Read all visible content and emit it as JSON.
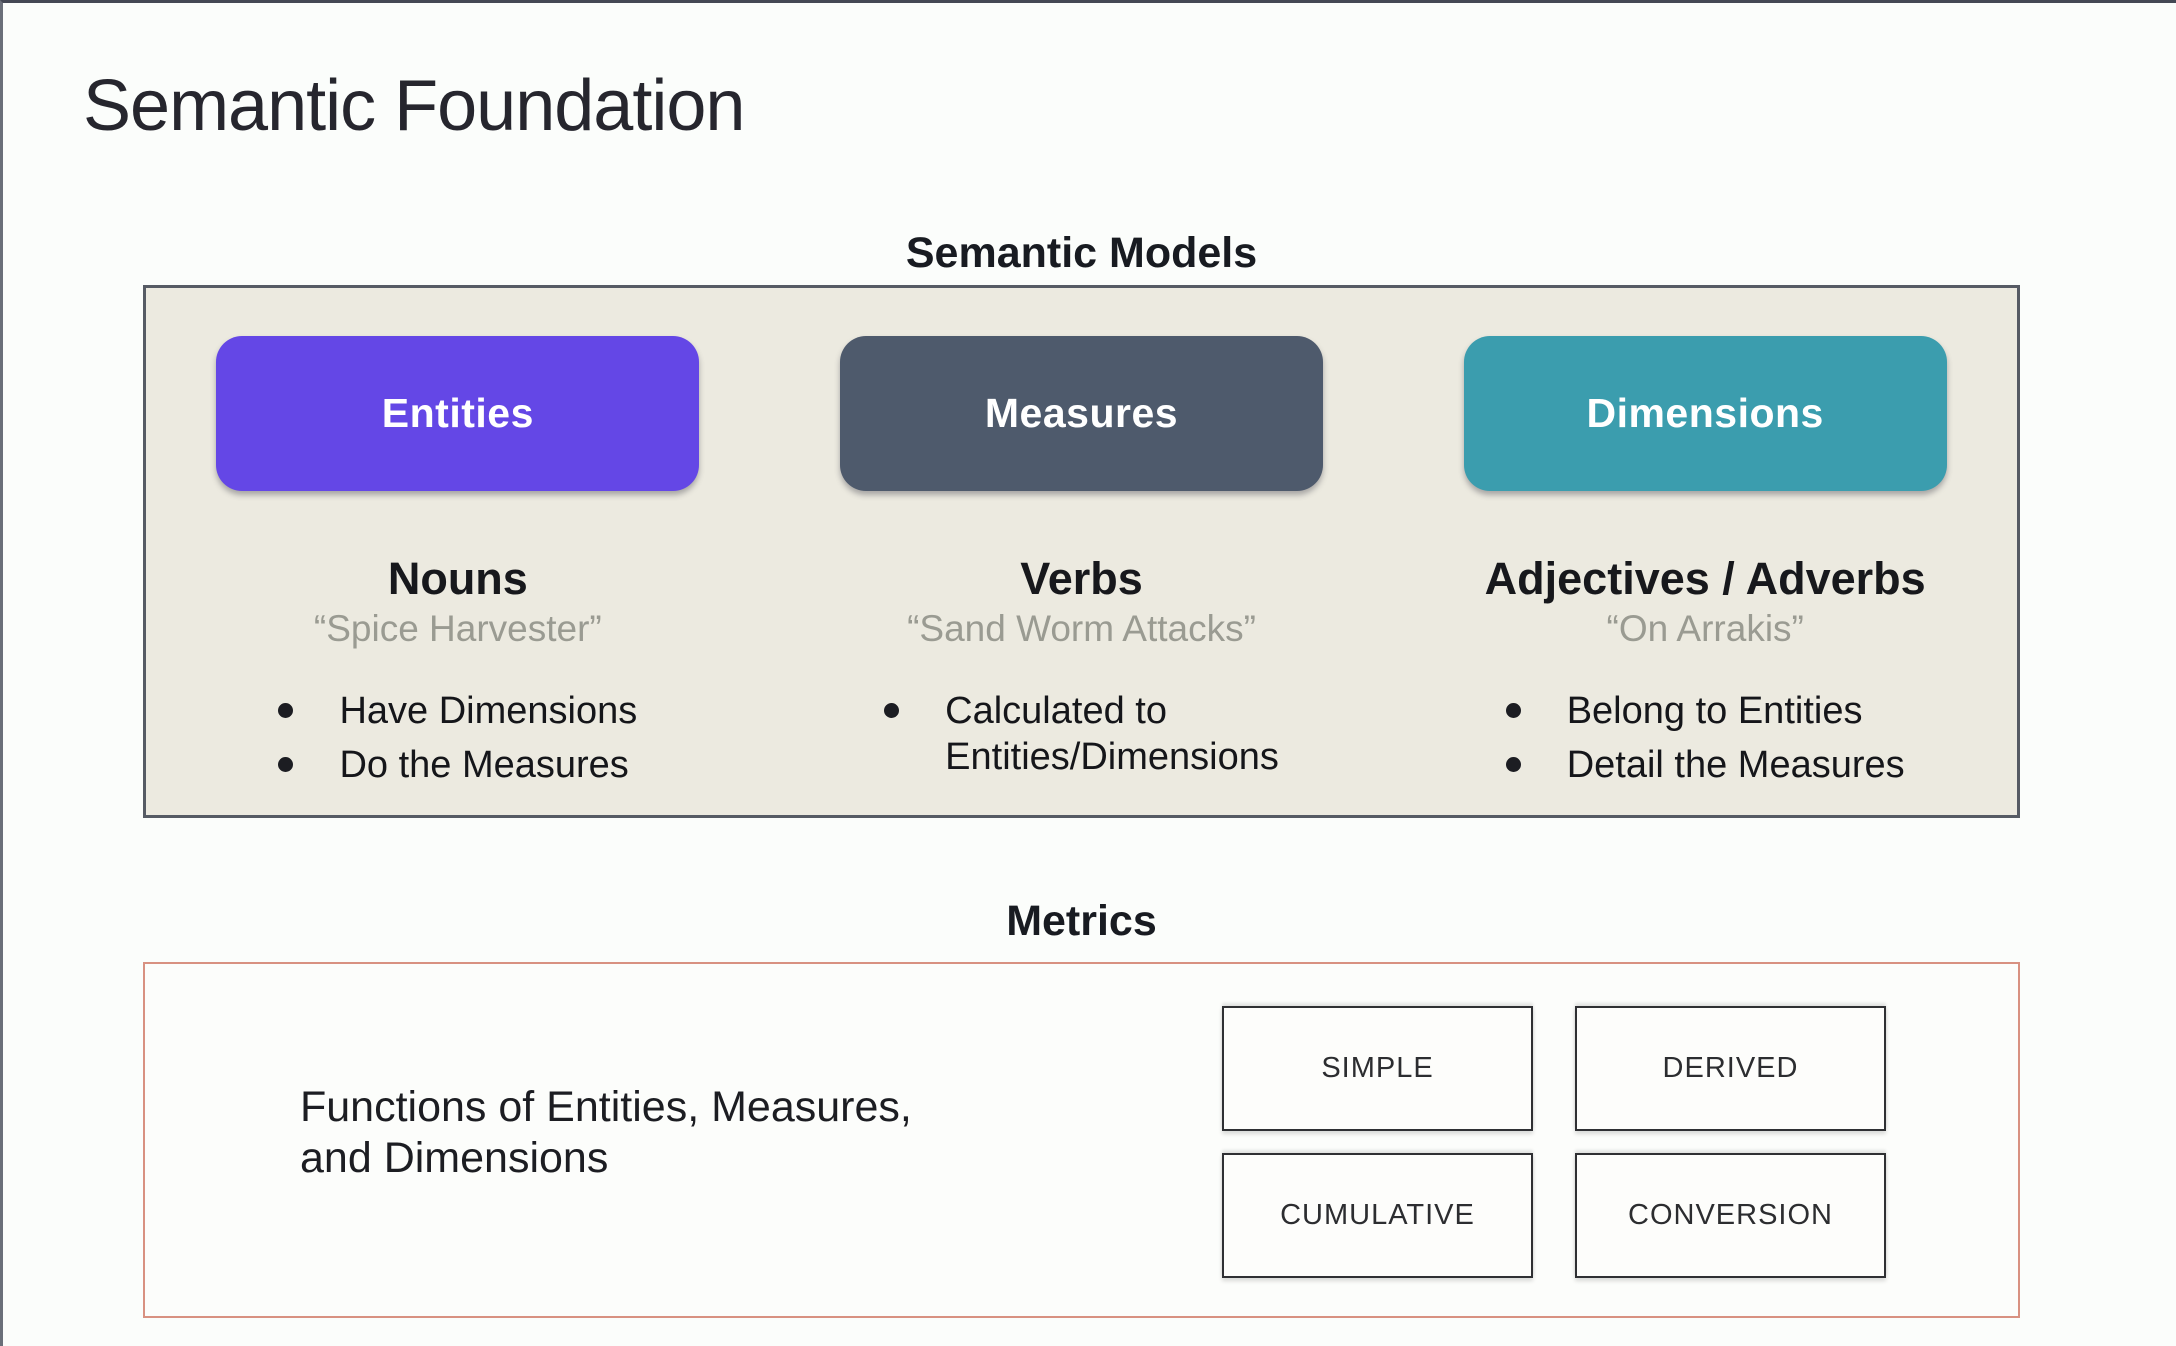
{
  "slide": {
    "title": "Semantic Foundation"
  },
  "semantic_models": {
    "heading": "Semantic Models",
    "panel_bg": "#ECEAE0",
    "columns": [
      {
        "button": "Entities",
        "button_color": "#6447E6",
        "role": "Nouns",
        "example": "“Spice Harvester”",
        "bullets": [
          [
            "Have Dimensions"
          ],
          [
            "Do the Measures"
          ]
        ]
      },
      {
        "button": "Measures",
        "button_color": "#4E5A6C",
        "role": "Verbs",
        "example": "“Sand Worm Attacks”",
        "bullets": [
          [
            "Calculated to",
            "Entities/Dimensions"
          ]
        ]
      },
      {
        "button": "Dimensions",
        "button_color": "#3B9DAE",
        "role": "Adjectives / Adverbs",
        "example": "“On Arrakis”",
        "bullets": [
          [
            "Belong to Entities"
          ],
          [
            "Detail the Measures"
          ]
        ]
      }
    ]
  },
  "metrics": {
    "heading": "Metrics",
    "border_color": "#D89181",
    "description_lines": [
      "Functions of Entities, Measures,",
      "and Dimensions"
    ],
    "types": [
      "SIMPLE",
      "DERIVED",
      "CUMULATIVE",
      "CONVERSION"
    ]
  }
}
